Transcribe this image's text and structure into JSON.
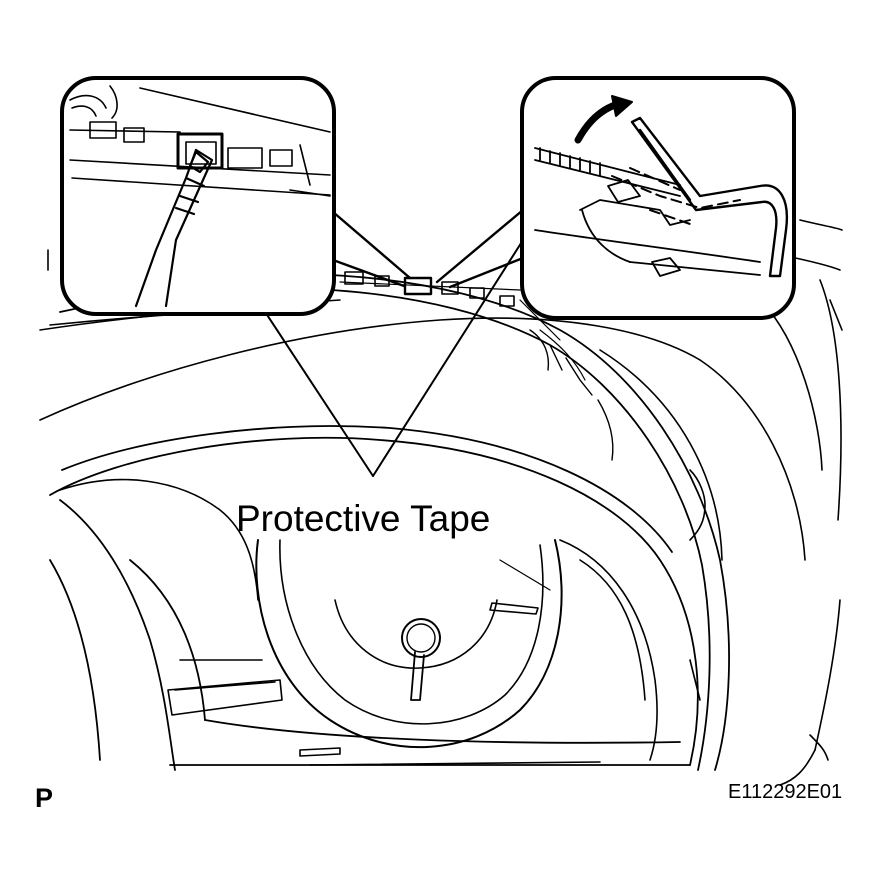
{
  "diagram": {
    "callout_label": "Protective Tape",
    "view_code": "P",
    "figure_id": "E112292E01"
  }
}
